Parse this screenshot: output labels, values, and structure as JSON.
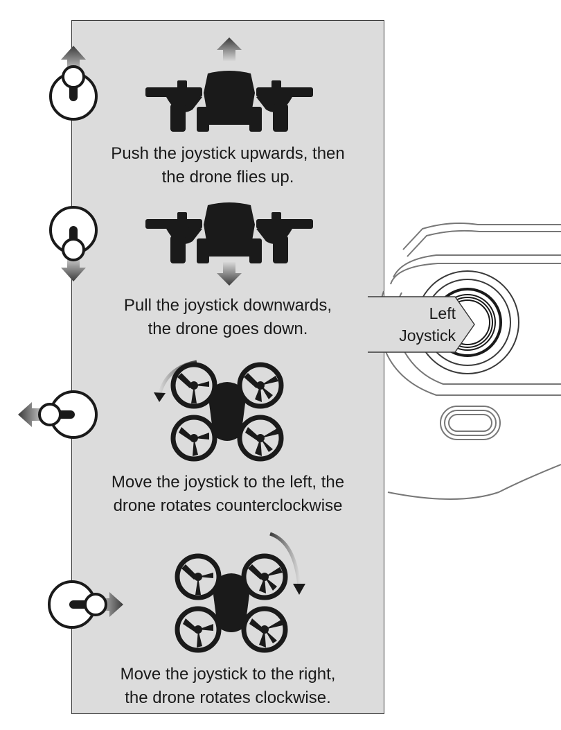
{
  "steps": [
    {
      "id": "up",
      "lines": [
        "Push the joystick upwards, then",
        "the drone flies up."
      ]
    },
    {
      "id": "down",
      "lines": [
        "Pull the joystick downwards,",
        "the drone goes down."
      ]
    },
    {
      "id": "left",
      "lines": [
        "Move the joystick to the left, the",
        "drone rotates counterclockwise"
      ]
    },
    {
      "id": "right",
      "lines": [
        "Move the joystick to the right,",
        "the drone rotates clockwise."
      ]
    }
  ],
  "callout": {
    "lines": [
      "Left",
      "Joystick"
    ]
  },
  "colors": {
    "panel": "#dcdcdc",
    "ink": "#1a1a1a",
    "arrow": "#555555"
  }
}
